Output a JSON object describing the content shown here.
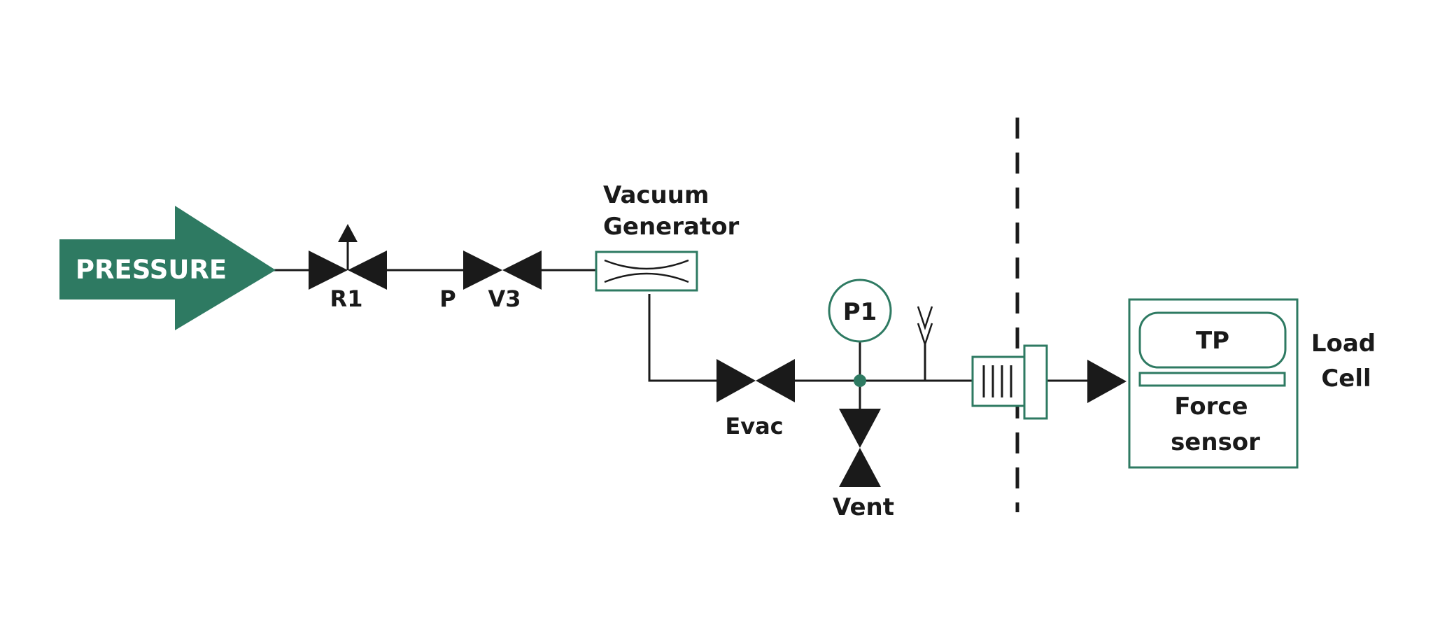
{
  "colors": {
    "accent_green": "#2e7a62",
    "line": "#1a1a1a",
    "background": "#ffffff"
  },
  "labels": {
    "pressure": "PRESSURE",
    "r1": "R1",
    "p": "P",
    "v3": "V3",
    "vacuum_generator_line1": "Vacuum",
    "vacuum_generator_line2": "Generator",
    "p1": "P1",
    "evac": "Evac",
    "vent": "Vent",
    "tp": "TP",
    "force_sensor_line1": "Force",
    "force_sensor_line2": "sensor",
    "load_cell_line1": "Load",
    "load_cell_line2": "Cell"
  },
  "icons": {
    "pressure_source": "arrow-right-icon",
    "regulator": "regulator-valve-icon",
    "valve": "bowtie-valve-icon",
    "vacuum_generator": "venturi-icon",
    "gauge": "pressure-gauge-icon",
    "silencer": "exhaust-icon",
    "connector": "fitting-icon",
    "flow_direction": "triangle-arrow-icon"
  }
}
